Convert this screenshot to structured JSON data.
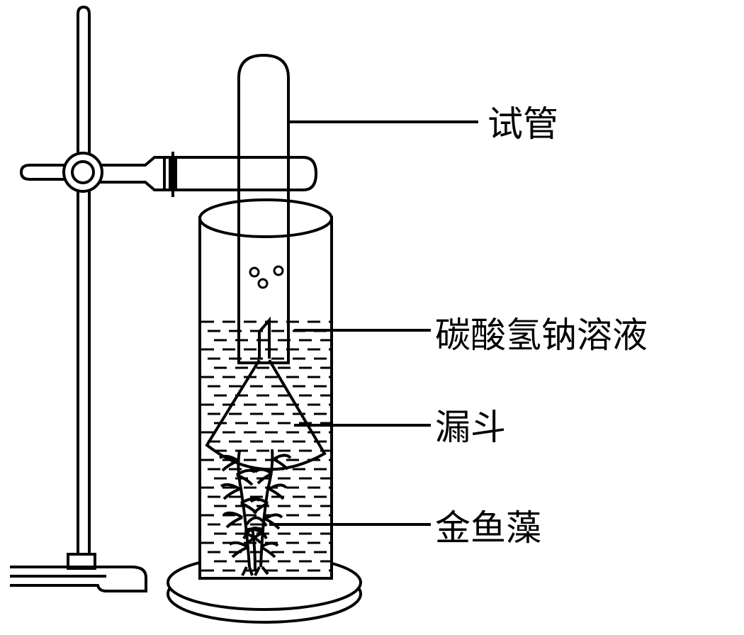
{
  "labels": {
    "test_tube": "试管",
    "sodium_bicarbonate_solution": "碳酸氢钠溶液",
    "funnel": "漏斗",
    "hornwort": "金鱼藻"
  }
}
